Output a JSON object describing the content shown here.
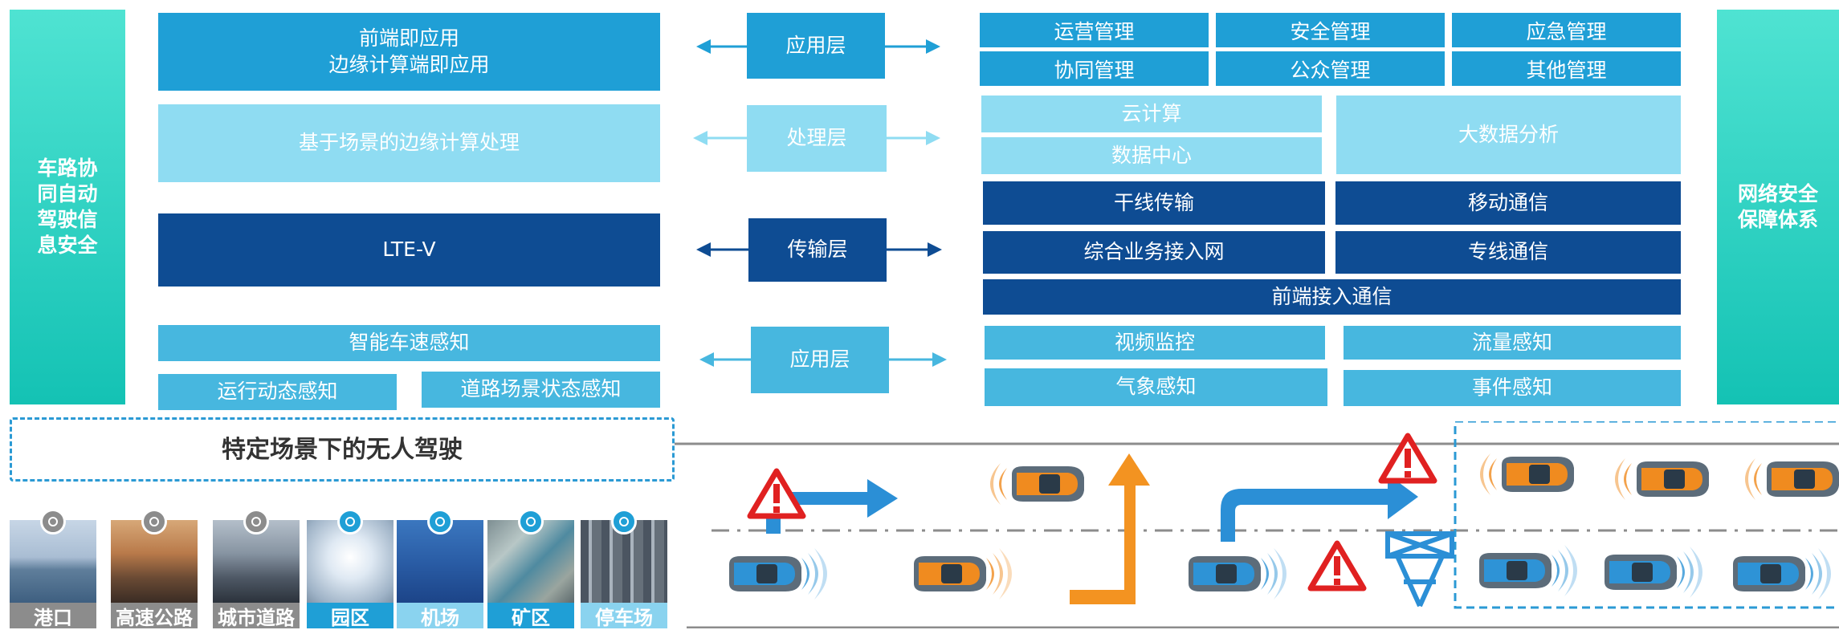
{
  "left_panel": {
    "side_label": "车路协\n同自动\n驾驶信\n息安全",
    "boxes": [
      "前端即应用\n边缘计算端即应用",
      "基于场景的边缘计算处理",
      "LTE-V",
      "智能车速感知",
      "运行动态感知",
      "道路场景状态感知"
    ]
  },
  "layers": [
    "应用层",
    "处理层",
    "传输层",
    "应用层"
  ],
  "right_panel": {
    "side_label": "网络安全\n保障体系",
    "management": [
      "运营管理",
      "安全管理",
      "应急管理",
      "协同管理",
      "公众管理",
      "其他管理"
    ],
    "processing": [
      "云计算",
      "数据中心",
      "大数据分析"
    ],
    "transport": [
      "干线传输",
      "移动通信",
      "综合业务接入网",
      "专线通信",
      "前端接入通信"
    ],
    "sensing": [
      "视频监控",
      "流量感知",
      "气象感知",
      "事件感知"
    ]
  },
  "scenario": {
    "title": "特定场景下的无人驾驶",
    "tiles": [
      {
        "label": "港口",
        "label_color": "#8c8c8c",
        "badge_icon": "port-icon"
      },
      {
        "label": "高速公路",
        "label_color": "#8c8c8c",
        "badge_icon": "highway-icon"
      },
      {
        "label": "城市道路",
        "label_color": "#8c8c8c",
        "badge_icon": "city-icon"
      },
      {
        "label": "园区",
        "label_color": "#1f9fd6",
        "badge_icon": "park-icon"
      },
      {
        "label": "机场",
        "label_color": "#8ad3ef",
        "badge_icon": "airplane-icon"
      },
      {
        "label": "矿区",
        "label_color": "#1f9fd6",
        "badge_icon": "mine-icon"
      },
      {
        "label": "停车场",
        "label_color": "#8ad3ef",
        "badge_icon": "parking-icon"
      }
    ]
  },
  "road_illustration": {
    "icons": [
      "warning-triangle-icon",
      "warning-triangle-icon",
      "warning-triangle-icon",
      "roadside-tower-icon"
    ],
    "colors": {
      "blue_car": "#2e93d6",
      "orange_car": "#f08b1f",
      "arrow_blue": "#2b8fd6",
      "arrow_orange": "#f39321",
      "warning_red": "#e02121"
    }
  }
}
